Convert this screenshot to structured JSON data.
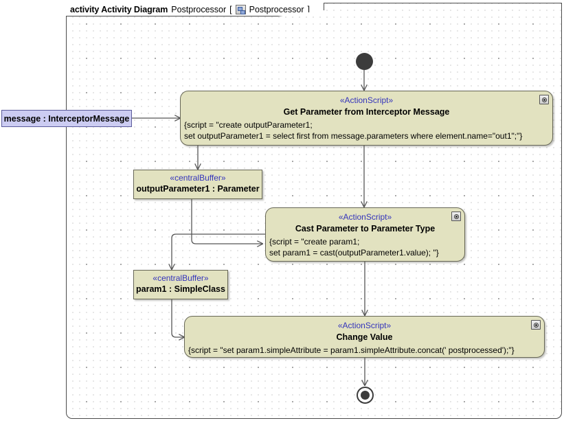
{
  "frame": {
    "keyword": "activity Activity Diagram",
    "diagram_name": "Postprocessor",
    "bracket_open": "[",
    "icon": "uml-activity-icon",
    "qualifier": "Postprocessor",
    "bracket_close": "]"
  },
  "nodes": {
    "initial": {
      "name": "initial-node"
    },
    "final": {
      "name": "activity-final-node"
    },
    "action1": {
      "stereotype": "«ActionScript»",
      "title": "Get Parameter from Interceptor Message",
      "body_line1": "{script = \"create outputParameter1;",
      "body_line2": "set outputParameter1 = select first from message.parameters where element.name=\"out1\";\"}",
      "badge": "script-badge-icon"
    },
    "action2": {
      "stereotype": "«ActionScript»",
      "title": "Cast Parameter to Parameter Type",
      "body_line1": "{script = \"create param1;",
      "body_line2": "set param1 = cast(outputParameter1.value); \"}",
      "badge": "script-badge-icon"
    },
    "action3": {
      "stereotype": "«ActionScript»",
      "title": "Change Value",
      "body_line1": "{script = \"set param1.simpleAttribute = param1.simpleAttribute.concat(' postprocessed');\"}",
      "badge": "script-badge-icon"
    },
    "buffer1": {
      "stereotype": "«centralBuffer»",
      "name": "outputParameter1 : Parameter"
    },
    "buffer2": {
      "stereotype": "«centralBuffer»",
      "name": "param1 : SimpleClass"
    },
    "input_param": {
      "label": "message : InterceptorMessage"
    }
  },
  "colors": {
    "action_fill": "#e2e2c0",
    "action_border": "#666655",
    "stereotype_text": "#3333bb",
    "param_fill": "#ccccf2",
    "param_border": "#5a5a9a",
    "control_node": "#3c3c3c",
    "edge": "#555555",
    "frame_border": "#4a4a4a",
    "grid_dot": "#9a9a9a"
  }
}
